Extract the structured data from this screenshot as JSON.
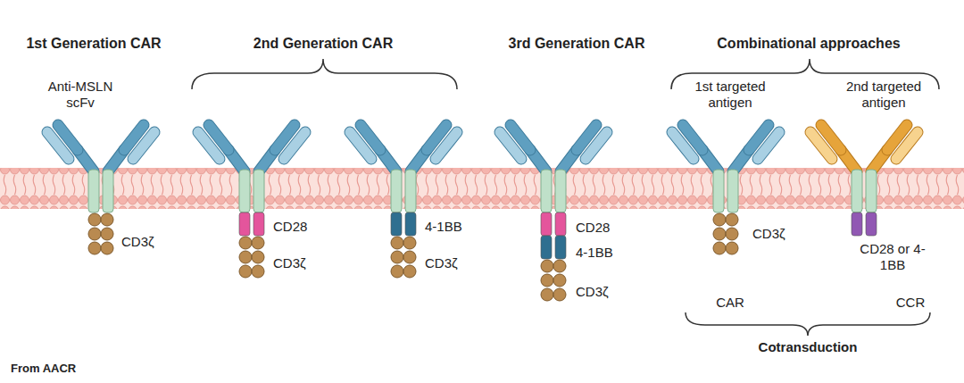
{
  "diagram": {
    "labels": [
      "1st Generation CAR",
      "2nd Generation CAR",
      "3rd Generation CAR",
      "Combinational approaches",
      "Anti-MSLN scFv",
      "1st targeted antigen",
      "2nd targeted antigen",
      "CD3ζ",
      "CD28",
      "CD3ζ",
      "4-1BB",
      "CD3ζ",
      "CD28",
      "4-1BB",
      "CD3ζ",
      "CD3ζ",
      "CD28 or 4-1BB",
      "CAR",
      "CCR",
      "Cotransduction",
      "From AACR"
    ]
  }
}
